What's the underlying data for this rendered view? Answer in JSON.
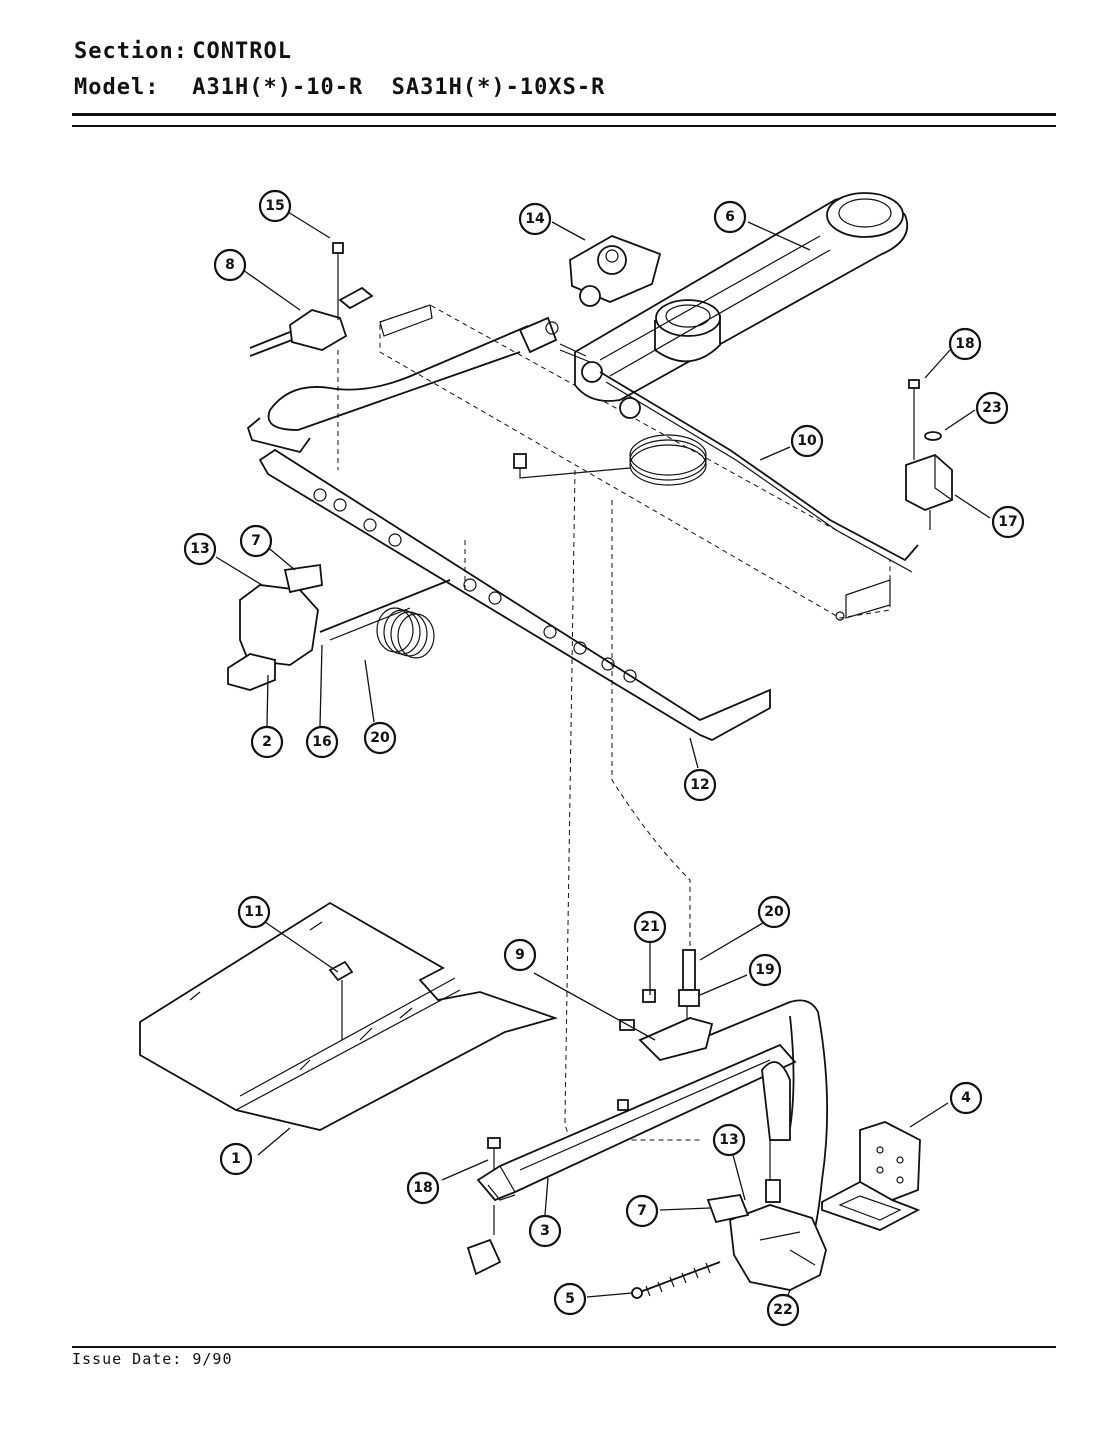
{
  "header": {
    "section_label": "Section:",
    "section_value": "CONTROL",
    "model_label": "Model:",
    "model_value": "A31H(*)-10-R  SA31H(*)-10XS-R"
  },
  "footer": {
    "issue_date": "Issue Date: 9/90"
  },
  "callouts": [
    {
      "id": "c15",
      "label": "15"
    },
    {
      "id": "c8",
      "label": "8"
    },
    {
      "id": "c14",
      "label": "14"
    },
    {
      "id": "c6",
      "label": "6"
    },
    {
      "id": "c18a",
      "label": "18"
    },
    {
      "id": "c23",
      "label": "23"
    },
    {
      "id": "c10",
      "label": "10"
    },
    {
      "id": "c17",
      "label": "17"
    },
    {
      "id": "c13a",
      "label": "13"
    },
    {
      "id": "c7a",
      "label": "7"
    },
    {
      "id": "c2",
      "label": "2"
    },
    {
      "id": "c16",
      "label": "16"
    },
    {
      "id": "c20a",
      "label": "20"
    },
    {
      "id": "c12",
      "label": "12"
    },
    {
      "id": "c11",
      "label": "11"
    },
    {
      "id": "c9",
      "label": "9"
    },
    {
      "id": "c21",
      "label": "21"
    },
    {
      "id": "c20b",
      "label": "20"
    },
    {
      "id": "c19",
      "label": "19"
    },
    {
      "id": "c4",
      "label": "4"
    },
    {
      "id": "c1",
      "label": "1"
    },
    {
      "id": "c13b",
      "label": "13"
    },
    {
      "id": "c18b",
      "label": "18"
    },
    {
      "id": "c3",
      "label": "3"
    },
    {
      "id": "c7b",
      "label": "7"
    },
    {
      "id": "c5",
      "label": "5"
    },
    {
      "id": "c22",
      "label": "22"
    }
  ]
}
